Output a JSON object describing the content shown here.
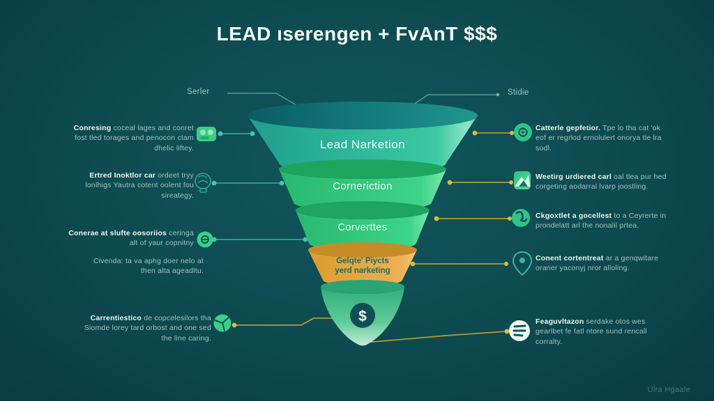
{
  "title": "LEAD ıserengen + FvAnT $$$",
  "corner_credit": "Ulra Hgaale",
  "top_labels": {
    "left": "Serler",
    "right": "Stidie"
  },
  "funnel": {
    "stages": [
      {
        "label": "Lead Narketion",
        "color": "#2dbf9e"
      },
      {
        "label": "Corneriction",
        "color": "#2fc87b"
      },
      {
        "label": "Corverttes",
        "color": "#2fc87b"
      },
      {
        "label_line1": "Gelqte' Piycts",
        "label_line2": "yerd narketing",
        "color": "#e8a73d"
      },
      {
        "label": "$",
        "color": "#3fbd89"
      }
    ]
  },
  "left_annotations": [
    {
      "icon": "video-camera-icon",
      "bold": "Conresing",
      "text": "coceal lages and conret fost tled torages and penocon ctam dhelic liftey."
    },
    {
      "icon": "lightbulb-icon",
      "bold": "Ertred Inoktlor car",
      "text": "ordeet tryy lonlhigs Yautra cotent oolent fou sireategy."
    },
    {
      "icon": "spiral-icon",
      "bold": "Conerae at slufte oosoriios",
      "text": "ceringa alt of yaur copnitny"
    },
    {
      "icon": "none",
      "bold": "",
      "text": "Civenda: ta va aphg doer nelo at then alta ageadltu."
    },
    {
      "icon": "pie-chart-icon",
      "bold": "Carrentiestico",
      "text": "de copcelesilors tha Siomde lorey tard orbost and one sed the line caring."
    }
  ],
  "right_annotations": [
    {
      "icon": "circle-e-icon",
      "bold": "Catterle gepfetior.",
      "text": "Tpe lo tha cat 'ok eof er regrlod ernolulert onorya tle lra sodl."
    },
    {
      "icon": "image-chart-icon",
      "bold": "Weetirg urdiered carl",
      "text": "oal tlea pur hed corgeting aodarral lvarp joostling."
    },
    {
      "icon": "hand-badge-icon",
      "bold": "Ckgoxtlet a gocellest",
      "text": "to a Ceyrerte in prondelatt arl the nonalil prtea."
    },
    {
      "icon": "location-pin-icon",
      "bold": "Conent cortentreat",
      "text": "ar a genqwitare oraner yaconyj nror alloling."
    },
    {
      "icon": "list-icon",
      "bold": "Feaguvltazon",
      "text": "serdake otos wes gearlbet fe fatl ntore sund rencall corralty."
    }
  ],
  "colors": {
    "background": "#0d4a50",
    "funnel_teal": "#2dbf9e",
    "funnel_green": "#2fc87b",
    "funnel_orange": "#e8a73d",
    "connector_teal": "#2ba89c",
    "connector_yellow": "#b89a2e",
    "title_text": "#f4fdfc",
    "body_text": "#9cc4c2"
  }
}
